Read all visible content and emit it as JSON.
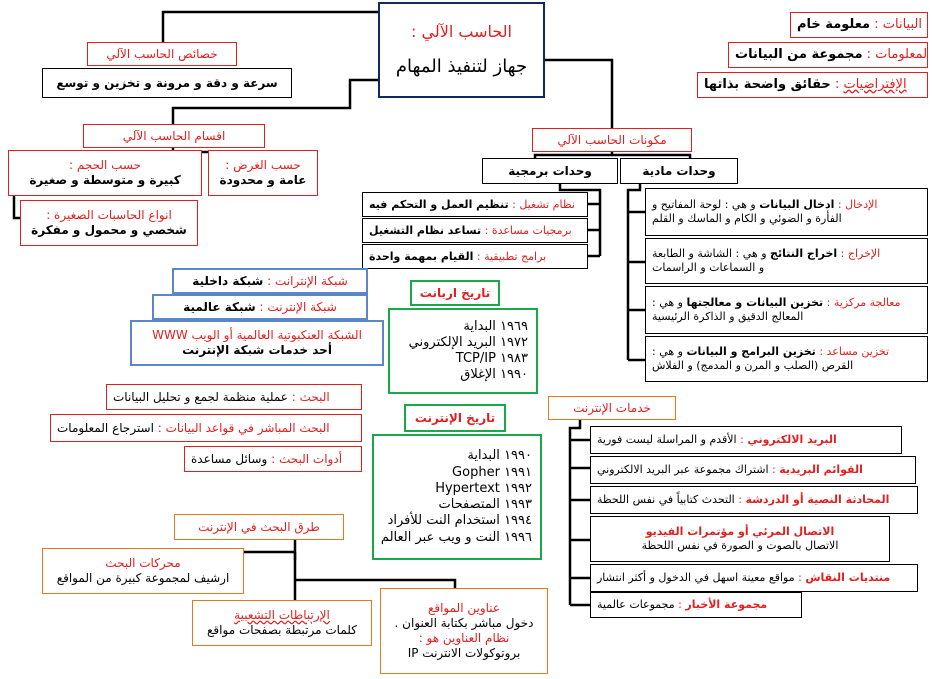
{
  "center": {
    "title": "الحاسب الآلي :",
    "subtitle": "جهاز لتنفيذ المهام"
  },
  "definitions": [
    {
      "label": "البيانات",
      "sep": " : ",
      "value": "معلومة خام"
    },
    {
      "label": "المعلومات",
      "sep": " : ",
      "value": "مجموعة من البيانات"
    },
    {
      "label": "الإفتراضيات",
      "sep": " : ",
      "value": "حقائق واضحة بذاتها"
    }
  ],
  "features": {
    "title": "خصائص الحاسب الآلي",
    "value": "سرعة و دقة و مرونة و تخزين و توسع"
  },
  "sections": {
    "title": "اقسام الحاسب الآلي",
    "by_size": {
      "label": "حسب الحجم :",
      "value": "كبيرة و متوسطة و صغيرة"
    },
    "by_purpose": {
      "label": "حسب الغرض :",
      "value": "عامة و محدودة"
    },
    "small_types": {
      "label": "انواع الحاسبات الصغيرة :",
      "value": "شخصي و محمول و مفكرة"
    }
  },
  "components": {
    "title": "مكونات الحاسب الآلي",
    "software": {
      "title": "وحدات برمجية",
      "items": [
        {
          "label": "نظام تشغيل",
          "sep": " : ",
          "value": "تنظيم العمل و التحكم فيه"
        },
        {
          "label": "برمجيات مساعدة",
          "sep": " : ",
          "value": "تساعد نظام التشغيل"
        },
        {
          "label": "برامج تطبيقية",
          "sep": " : ",
          "value": "القيام بمهمة واحدة"
        }
      ]
    },
    "hardware": {
      "title": "وحدات مادية",
      "items": [
        {
          "label": "الإدخال :",
          "bold": "ادخال البيانات",
          "rest": " و هي : لوحة المفاتيح و",
          "line2": "الفأرة و الضوئي و الكام و الماسك و القلم"
        },
        {
          "label": "الإخراج :",
          "bold": "اخراج النتائج",
          "rest": " و هي : الشاشة و الطابعة",
          "line2": "و السماعات و الراسمات"
        },
        {
          "label": "معالجة مركزية :",
          "bold": "تخزين البيانات و معالجتها",
          "rest": " و هي :",
          "line2": "المعالج الدقيق و الذاكرة الرئيسية"
        },
        {
          "label": "تخزين مساعد :",
          "bold": "تخزين البرامج و البيانات",
          "rest": " و هي :",
          "line2": "القرص (الصلب و المرن و المدمج) و الفلاش"
        }
      ]
    }
  },
  "networks": [
    {
      "label": "شبكة الإنترانت",
      "sep": " : ",
      "value": "شبكة داخلية"
    },
    {
      "label": "شبكة الإنترنت",
      "sep": " : ",
      "value": "شبكة عالمية"
    },
    {
      "label": "الشبكة العنكبوتية العالمية أو الويب WWW",
      "value": "أحد خدمات شبكة الإنترنت"
    }
  ],
  "arpanet": {
    "title": "تاريخ اربانت",
    "events": [
      {
        "year": "١٩٦٩",
        "event": "البداية"
      },
      {
        "year": "١٩٧٢",
        "event": "البريد الإلكتروني"
      },
      {
        "year": "١٩٨٣",
        "event": "TCP/IP"
      },
      {
        "year": "١٩٩٠",
        "event": "الإغلاق"
      }
    ]
  },
  "internet_history": {
    "title": "تاريخ الإنترنت",
    "events": [
      {
        "year": "١٩٩٠",
        "event": "البداية"
      },
      {
        "year": "١٩٩١",
        "event": "Gopher"
      },
      {
        "year": "١٩٩٢",
        "event": "Hypertext"
      },
      {
        "year": "١٩٩٣",
        "event": "المتصفحات"
      },
      {
        "year": "١٩٩٤",
        "event": "استخدام النت للأفراد"
      },
      {
        "year": "١٩٩٦",
        "event": "النت و ويب عبر العالم"
      }
    ]
  },
  "search_defs": [
    {
      "label": "البحث",
      "sep": " : ",
      "value": "عملية منظمة لجمع و تحليل البيانات"
    },
    {
      "label": "البحث المباشر في قواعد البيانات",
      "sep": " : ",
      "value": "استرجاع المعلومات"
    },
    {
      "label": "أدوات البحث",
      "sep": " : ",
      "value": "وسائل مساعدة"
    }
  ],
  "services": {
    "title": "خدمات الإنترنت",
    "items": [
      {
        "label": "البريد الالكتروني",
        "sep": " : ",
        "value": "الأقدم و المراسلة ليست فورية"
      },
      {
        "label": "القوائم البريدية",
        "sep": " : ",
        "value": "اشتراك مجموعة عبر البريد الالكتروني"
      },
      {
        "label": "المحادثة النصية أو الدردشة",
        "sep": " : ",
        "value": "التحدث كتابياً في نفس اللحظة"
      },
      {
        "label": "الاتصال المرئي أو مؤتمرات الفيديو",
        "sep": "",
        "value": "الاتصال بالصوت و الصورة في نفس اللحظة"
      },
      {
        "label": "منتديات النقاش",
        "sep": " : ",
        "value": "مواقع معينة اسهل في الدخول و أكثر انتشار"
      },
      {
        "label": "مجموعة الأخبار",
        "sep": " : ",
        "value": "مجموعات عالمية"
      }
    ]
  },
  "search_methods": {
    "title": "طرق البحث في الإنترنت",
    "engines": {
      "label": "محركات البحث",
      "value": "ارشيف لمجموعة كبيرة من المواقع"
    },
    "hyperlinks": {
      "label": "الإرتباطات التشعبية",
      "value": "كلمات مرتبطة بصفحات مواقع"
    },
    "addresses": {
      "label": "عناوين المواقع",
      "line1": "دخول مباشر بكتابة العنوان .",
      "label2": "نظام العناوين هو :",
      "line3": "بروتوكولات الانترنت IP"
    }
  }
}
